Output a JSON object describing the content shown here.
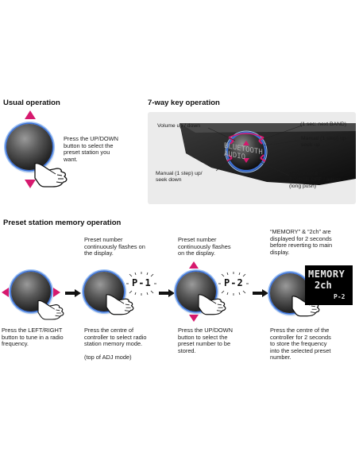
{
  "usual": {
    "heading": "Usual operation",
    "desc": [
      "Press the UP/DOWN",
      "button to select the",
      "preset station you",
      "want."
    ]
  },
  "seven_way": {
    "heading": "7-way key operation",
    "volume": "Volume up / down",
    "next_band": "(1 sec: next BAND)",
    "manual_up": [
      "Manual (1 step) up",
      "seek up"
    ],
    "manual_down": [
      "Manual (1 step) up/",
      "seek down"
    ],
    "next_source": [
      "Next source",
      "POWER OFF / adjust",
      "(long push)"
    ],
    "display_text": [
      "BLUETOOTH",
      "AUDIO"
    ]
  },
  "preset": {
    "heading": "Preset station memory operation",
    "steps": [
      {
        "top": [],
        "bottom": [
          "Press the LEFT/RIGHT",
          "button to tune in a radio",
          "frequency."
        ],
        "note": ""
      },
      {
        "top": [
          "Preset number",
          "continuously flashes on",
          "the display."
        ],
        "bottom": [
          "Press the centre of",
          "controller to select radio",
          "station memory mode."
        ],
        "note": "(top of ADJ mode)",
        "display": "P-1"
      },
      {
        "top": [
          "Preset number",
          "continuously flashes",
          "on the display."
        ],
        "bottom": [
          "Press the UP/DOWN",
          "button to select the",
          "preset number to be",
          "stored."
        ],
        "note": "",
        "display": "P-2"
      },
      {
        "top": [
          "“MEMORY” & “2ch” are",
          "displayed for 2 seconds",
          "before reverting to main",
          "display."
        ],
        "bottom": [
          "Press the centre of the",
          "controller for 2 seconds",
          "to store the frequency",
          "into the selected preset",
          "number."
        ],
        "note": "",
        "lcd": [
          "MEMORY",
          "2ch",
          "P-2"
        ]
      }
    ]
  },
  "colors": {
    "accent_pink": "#d6196e",
    "ring_blue": "#3a6fd6"
  },
  "icons": [
    "hand-pointer-icon",
    "arrow-up-icon",
    "arrow-down-icon",
    "arrow-left-icon",
    "arrow-right-icon",
    "arrow-right-bold-icon"
  ]
}
